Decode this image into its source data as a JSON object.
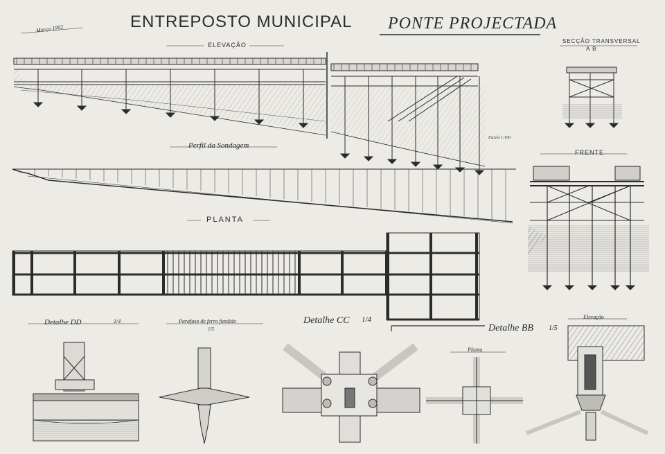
{
  "sheet": {
    "title": "ENTREPOSTO MUNICIPAL",
    "subtitle": "PONTE PROJECTADA",
    "date_mark": "Março 1902"
  },
  "views": {
    "elevacao": "ELEVAÇÃO",
    "seccao": "SECÇÃO TRANSVERSAL",
    "seccao_sub": "A B",
    "perfil": "Perfil da Sondagem",
    "escala": "Escala 1:100",
    "frente": "FRENTE",
    "planta": "PLANTA",
    "detalhe_dd": "Detalhe DD",
    "detalhe_dd_scale": "1/4",
    "parafuso": "Parafuso de ferro fundido",
    "parafuso_scale": "1/5",
    "detalhe_cc": "Detalhe CC",
    "detalhe_cc_scale": "1/4",
    "detalhe_bb": "Detalhe BB",
    "detalhe_bb_scale": "1/5",
    "planta_small": "Planta",
    "elevacao_small": "Elevação"
  },
  "colors": {
    "ink": "#2b2b2b",
    "paper": "#ecebe6",
    "wash": "#cfcdc7"
  }
}
